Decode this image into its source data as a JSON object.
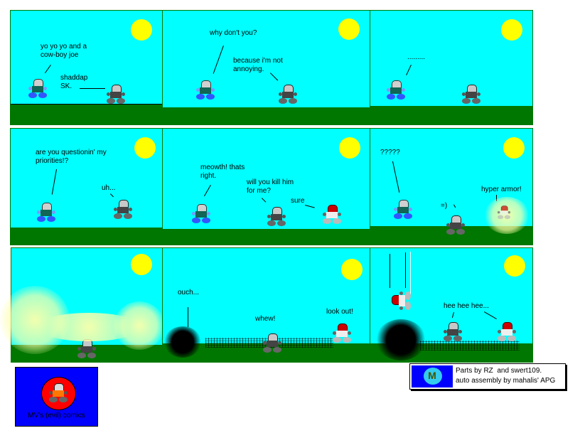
{
  "comic": {
    "title": "MV's (evil) comics",
    "colors": {
      "sky": "#00ffff",
      "ground": "#007700",
      "sun": "#ffff00",
      "border": "#007700"
    },
    "panels": [
      {
        "id": 1,
        "lines": [
          {
            "speaker": "SK",
            "text": "yo yo yo and a\ncow-boy joe"
          },
          {
            "speaker": "cowboy",
            "text": "shaddap\nSK."
          }
        ]
      },
      {
        "id": 2,
        "lines": [
          {
            "speaker": "SK",
            "text": "why don't you?"
          },
          {
            "speaker": "cowboy",
            "text": "because i'm not\nannoying."
          }
        ]
      },
      {
        "id": 3,
        "lines": [
          {
            "speaker": "SK",
            "text": "........."
          }
        ]
      },
      {
        "id": 4,
        "lines": [
          {
            "speaker": "SK",
            "text": "are you questionin' my\npriorities!?"
          },
          {
            "speaker": "cowboy",
            "text": "uh..."
          }
        ]
      },
      {
        "id": 5,
        "lines": [
          {
            "speaker": "SK",
            "text": "meowth! thats\nright."
          },
          {
            "speaker": "cowboy",
            "text": "will you kill him\nfor me?"
          },
          {
            "speaker": "red",
            "text": "sure"
          }
        ]
      },
      {
        "id": 6,
        "lines": [
          {
            "speaker": "SK",
            "text": "?????"
          },
          {
            "speaker": "cowboy",
            "text": "=)"
          },
          {
            "speaker": "red",
            "text": "hyper armor!"
          }
        ]
      },
      {
        "id": 7,
        "lines": []
      },
      {
        "id": 8,
        "lines": [
          {
            "speaker": "SK",
            "text": "ouch..."
          },
          {
            "speaker": "cowboy",
            "text": "whew!"
          },
          {
            "speaker": "red",
            "text": "look out!"
          }
        ]
      },
      {
        "id": 9,
        "lines": [
          {
            "speaker": "cowboy",
            "text": "hee hee hee..."
          }
        ]
      }
    ]
  },
  "logo": {
    "caption": "MV's (evil) comics",
    "icon": "character-badge-icon"
  },
  "credits": {
    "icon": "m-logo-icon",
    "icon_letter": "M",
    "text": "Parts by RZ  and swert109.\nauto assembly by mahalis' APG"
  }
}
